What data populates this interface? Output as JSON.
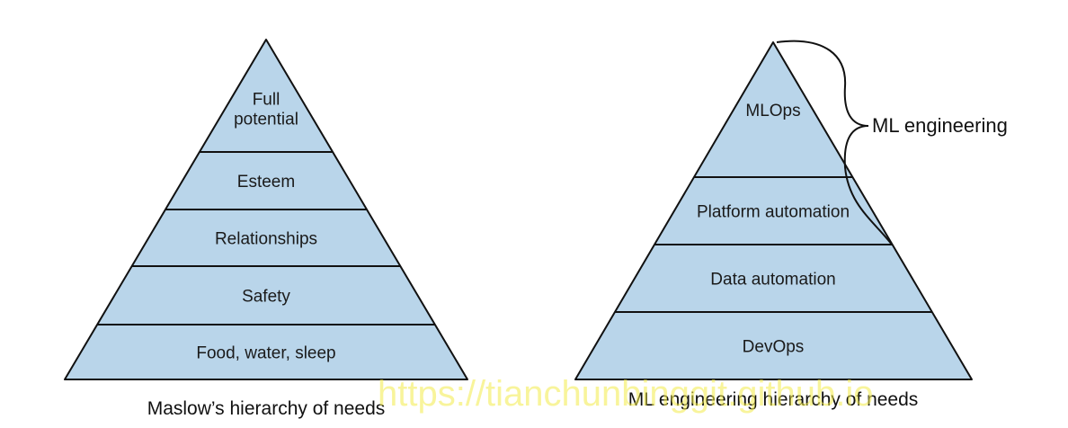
{
  "colors": {
    "fill": "#b9d5ea",
    "stroke": "#111111",
    "watermark": "#f3ec4a"
  },
  "maslow": {
    "caption": "Maslow’s hierarchy of needs",
    "levels": [
      [
        "Full",
        "potential"
      ],
      [
        "Esteem"
      ],
      [
        "Relationships"
      ],
      [
        "Safety"
      ],
      [
        "Food, water, sleep"
      ]
    ]
  },
  "ml": {
    "caption": "ML engineering hierarchy of needs",
    "levels": [
      [
        "MLOps"
      ],
      [
        "Platform automation"
      ],
      [
        "Data automation"
      ],
      [
        "DevOps"
      ]
    ],
    "brace_label": "ML engineering"
  },
  "watermark": "https://tianchunbinggit.github.io"
}
